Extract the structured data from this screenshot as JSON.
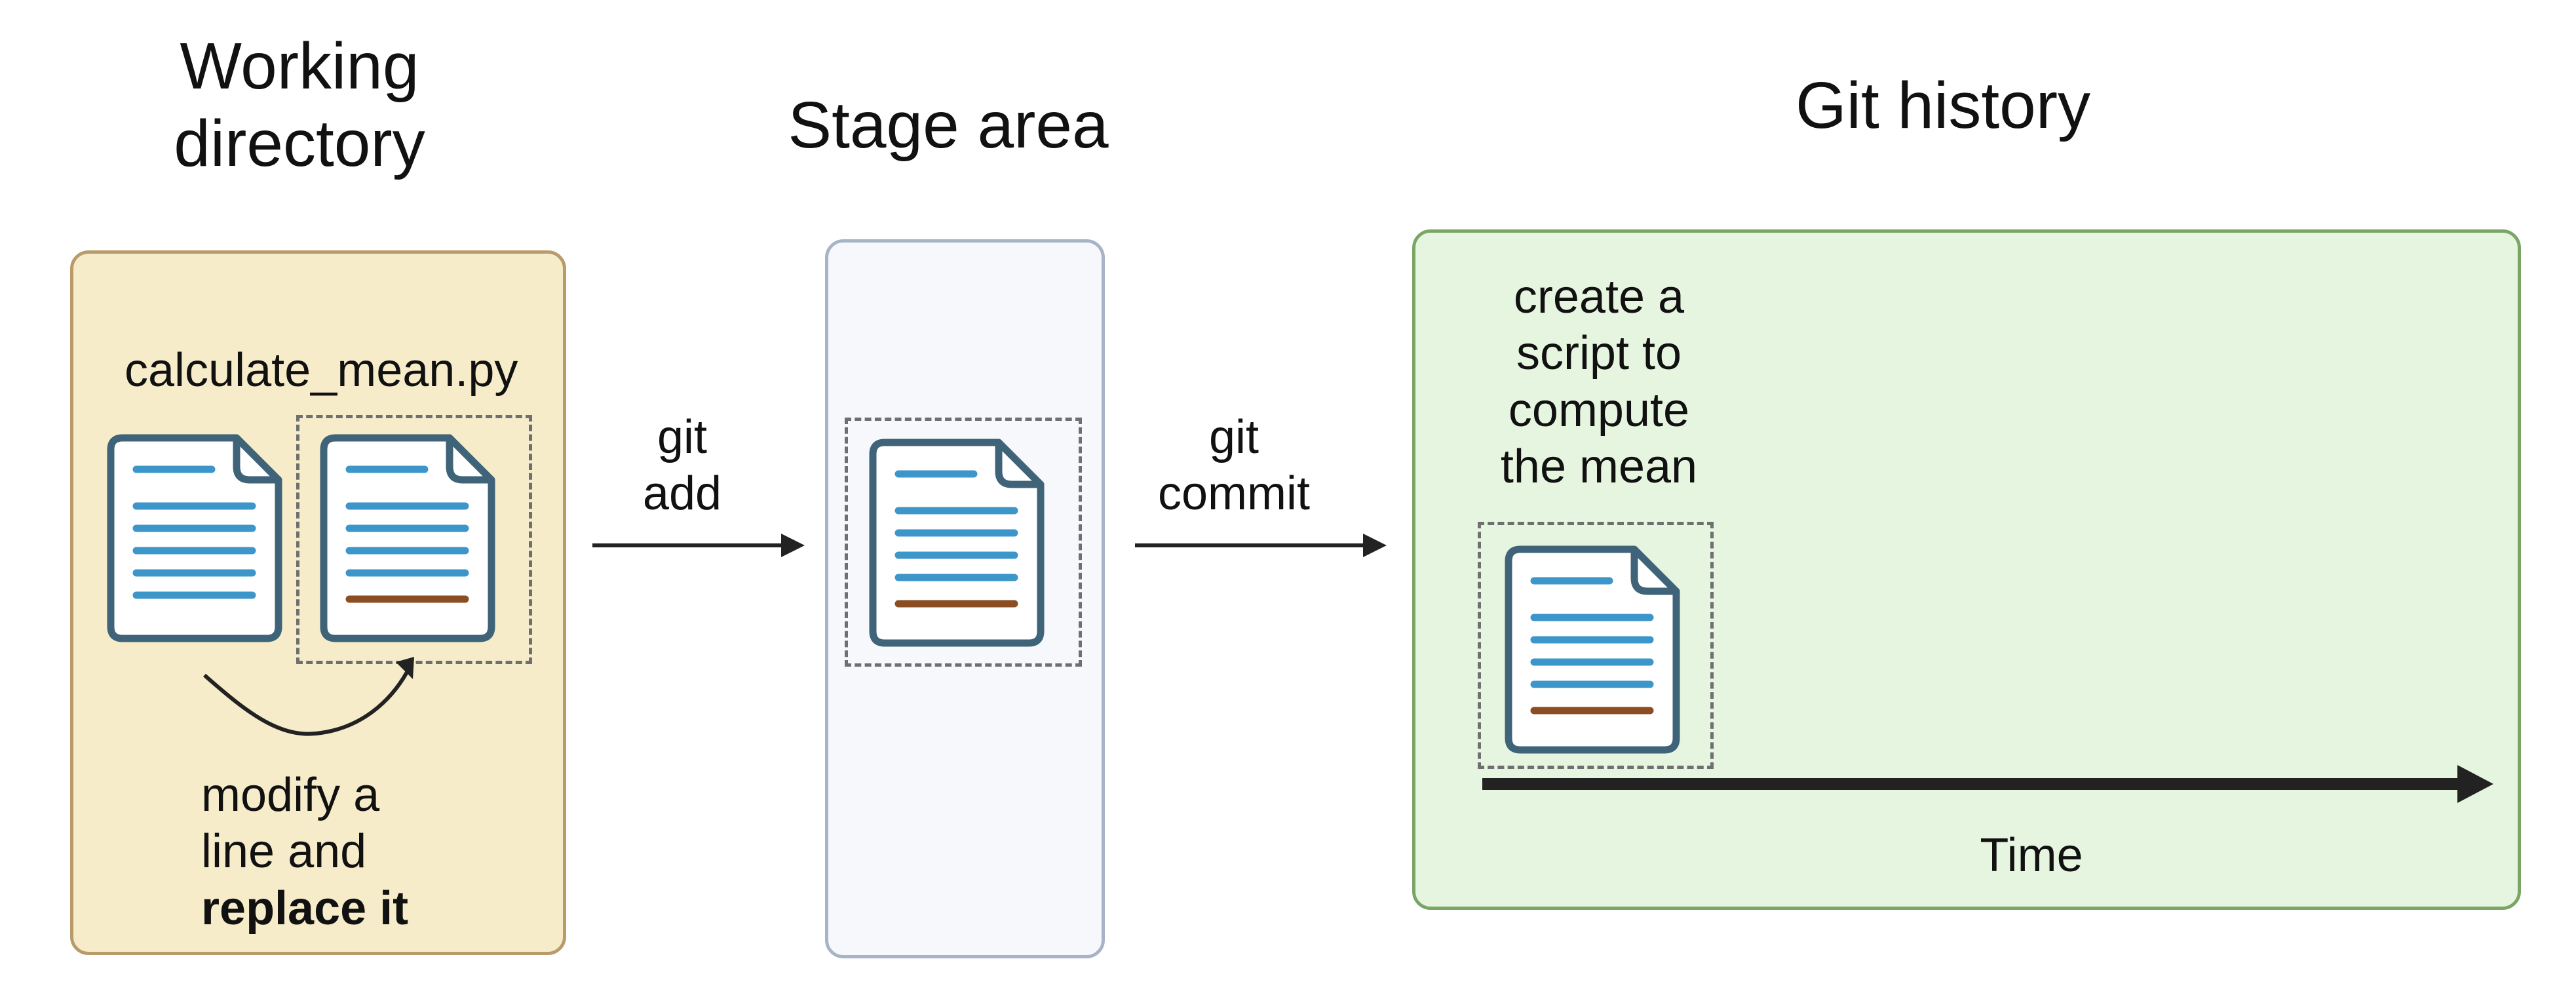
{
  "headings": {
    "working_directory": [
      "Working",
      "directory"
    ],
    "stage_area": "Stage area",
    "git_history": "Git history"
  },
  "working": {
    "filename": "calculate_mean.py",
    "note_lines": [
      "modify a",
      "line and"
    ],
    "note_bold": "replace it"
  },
  "arrows": {
    "add_lines": [
      "git",
      "add"
    ],
    "commit_lines": [
      "git",
      "commit"
    ]
  },
  "history": {
    "commit_message": [
      "create a",
      "script to",
      "compute",
      "the mean"
    ],
    "axis_label": "Time"
  },
  "colors": {
    "working_fill": "#f6ecc9",
    "working_border": "#b99a6a",
    "stage_fill": "#f6f8fc",
    "stage_border": "#a7b4c7",
    "history_fill": "#e6f5e0",
    "history_border": "#79a565",
    "doc_outline": "#3f6378",
    "doc_line": "#3d96c9",
    "doc_changed_line": "#8b4e22"
  }
}
